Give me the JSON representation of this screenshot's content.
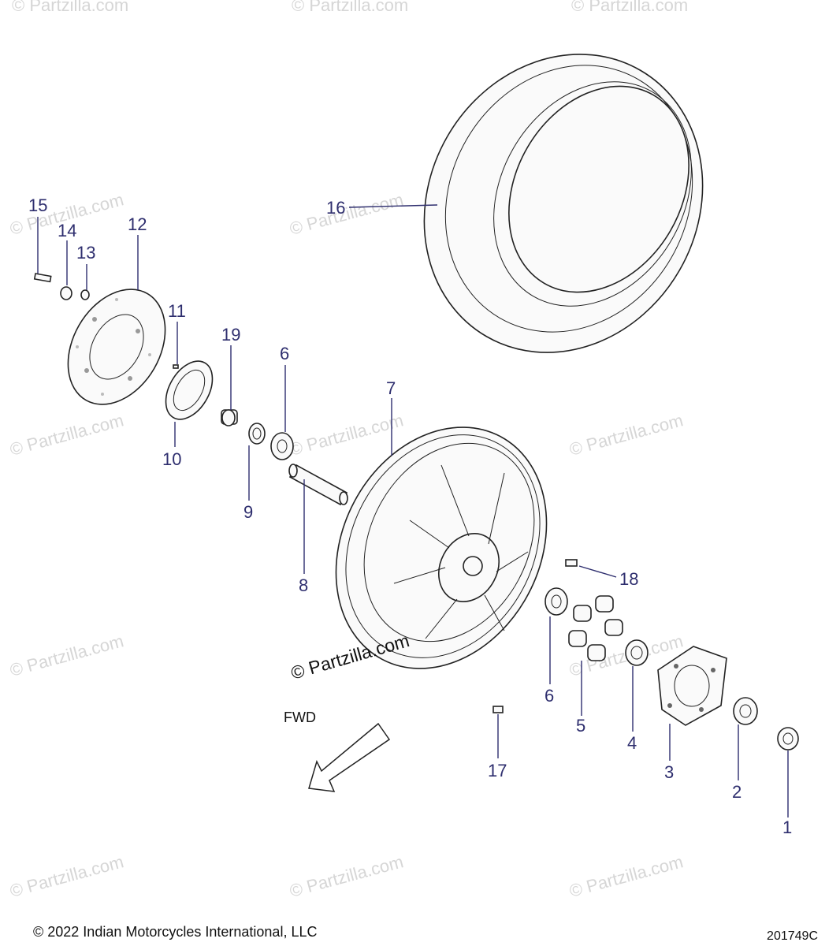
{
  "watermark": {
    "text": "© Partzilla.com"
  },
  "center_watermark": "© Partzilla.com",
  "fwd_label": "FWD",
  "footer": {
    "copyright": "© 2022 Indian Motorcycles International, LLC",
    "diagram_code": "201749C"
  },
  "callouts": [
    "15",
    "14",
    "13",
    "12",
    "11",
    "19",
    "6",
    "10",
    "9",
    "16",
    "7",
    "8",
    "18",
    "6",
    "5",
    "4",
    "3",
    "2",
    "1",
    "17"
  ]
}
